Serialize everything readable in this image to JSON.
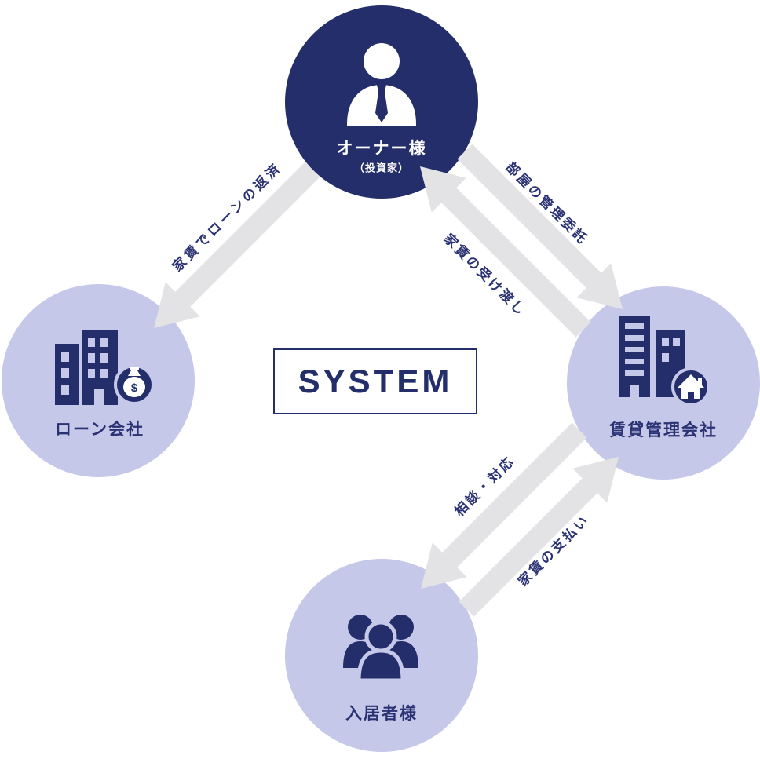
{
  "diagram": {
    "center_box": {
      "label": "SYSTEM"
    },
    "nodes": {
      "owner": {
        "label": "オーナー様",
        "sublabel": "（投資家）",
        "icon": "person-tie-icon"
      },
      "loan_company": {
        "label": "ローン会社",
        "icon": "buildings-money-icon"
      },
      "management_company": {
        "label": "賃貸管理会社",
        "icon": "buildings-house-icon"
      },
      "tenant": {
        "label": "入居者様",
        "icon": "people-group-icon"
      }
    },
    "edges": [
      {
        "from": "owner",
        "to": "loan_company",
        "label": "家賃でローンの返済"
      },
      {
        "from": "owner",
        "to": "management_company",
        "label": "部屋の管理委託"
      },
      {
        "from": "management_company",
        "to": "owner",
        "label": "家賃の受け渡し"
      },
      {
        "from": "management_company",
        "to": "tenant",
        "label": "相談・対応"
      },
      {
        "from": "tenant",
        "to": "management_company",
        "label": "家賃の支払い"
      }
    ],
    "icon_glyphs": {
      "dollar": "$"
    },
    "colors": {
      "navy": "#232e6b",
      "label_navy": "#2a3274",
      "lavender": "#c5c8e8",
      "arrow_gray": "#e3e3e6",
      "white": "#ffffff"
    }
  }
}
